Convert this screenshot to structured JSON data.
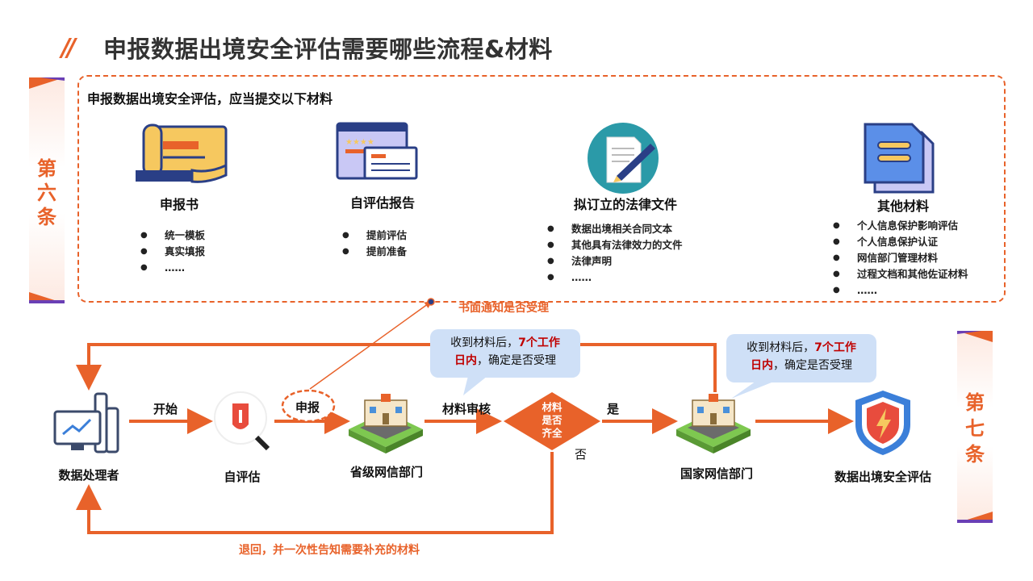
{
  "header": {
    "title": "申报数据出境安全评估需要哪些流程&材料"
  },
  "side_tabs": {
    "left": [
      "第",
      "六",
      "条"
    ],
    "right": [
      "第",
      "七",
      "条"
    ]
  },
  "materials": {
    "heading": "申报数据出境安全评估，应当提交以下材料",
    "items": [
      {
        "title": "申报书",
        "bullets": [
          "统一模板",
          "真实填报",
          "……"
        ]
      },
      {
        "title": "自评估报告",
        "bullets": [
          "提前评估",
          "提前准备"
        ]
      },
      {
        "title": "拟订立的法律文件",
        "bullets": [
          "数据出境相关合同文本",
          "其他具有法律效力的文件",
          "法律声明",
          "……"
        ]
      },
      {
        "title": "其他材料",
        "bullets": [
          "个人信息保护影响评估",
          "个人信息保护认证",
          "网信部门管理材料",
          "过程文档和其他佐证材料",
          "……"
        ]
      }
    ]
  },
  "flow": {
    "nodes": {
      "processor": "数据处理者",
      "self_assess": "自评估",
      "provincial": "省级网信部门",
      "decision": [
        "材料",
        "是否",
        "齐全"
      ],
      "national": "国家网信部门",
      "final": "数据出境安全评估"
    },
    "labels": {
      "start": "开始",
      "apply": "申报",
      "review": "材料审核",
      "yes": "是",
      "no": "否",
      "written_notice": "书面通知是否受理",
      "return": "退回，并一次性告知需要补充的材料"
    },
    "bubbles": [
      {
        "pre": "收到材料后，",
        "highlight_a": "7个工作",
        "highlight_b": "日内",
        "post": "，确定是否受理"
      },
      {
        "pre": "收到材料后，",
        "highlight_a": "7个工作",
        "highlight_b": "日内",
        "post": "，确定是否受理"
      }
    ]
  },
  "colors": {
    "accent": "#e8622a",
    "bubble": "#cfe0f7",
    "highlight": "#c00000",
    "navy": "#2a3f86",
    "shield": "#3b7fd9"
  }
}
